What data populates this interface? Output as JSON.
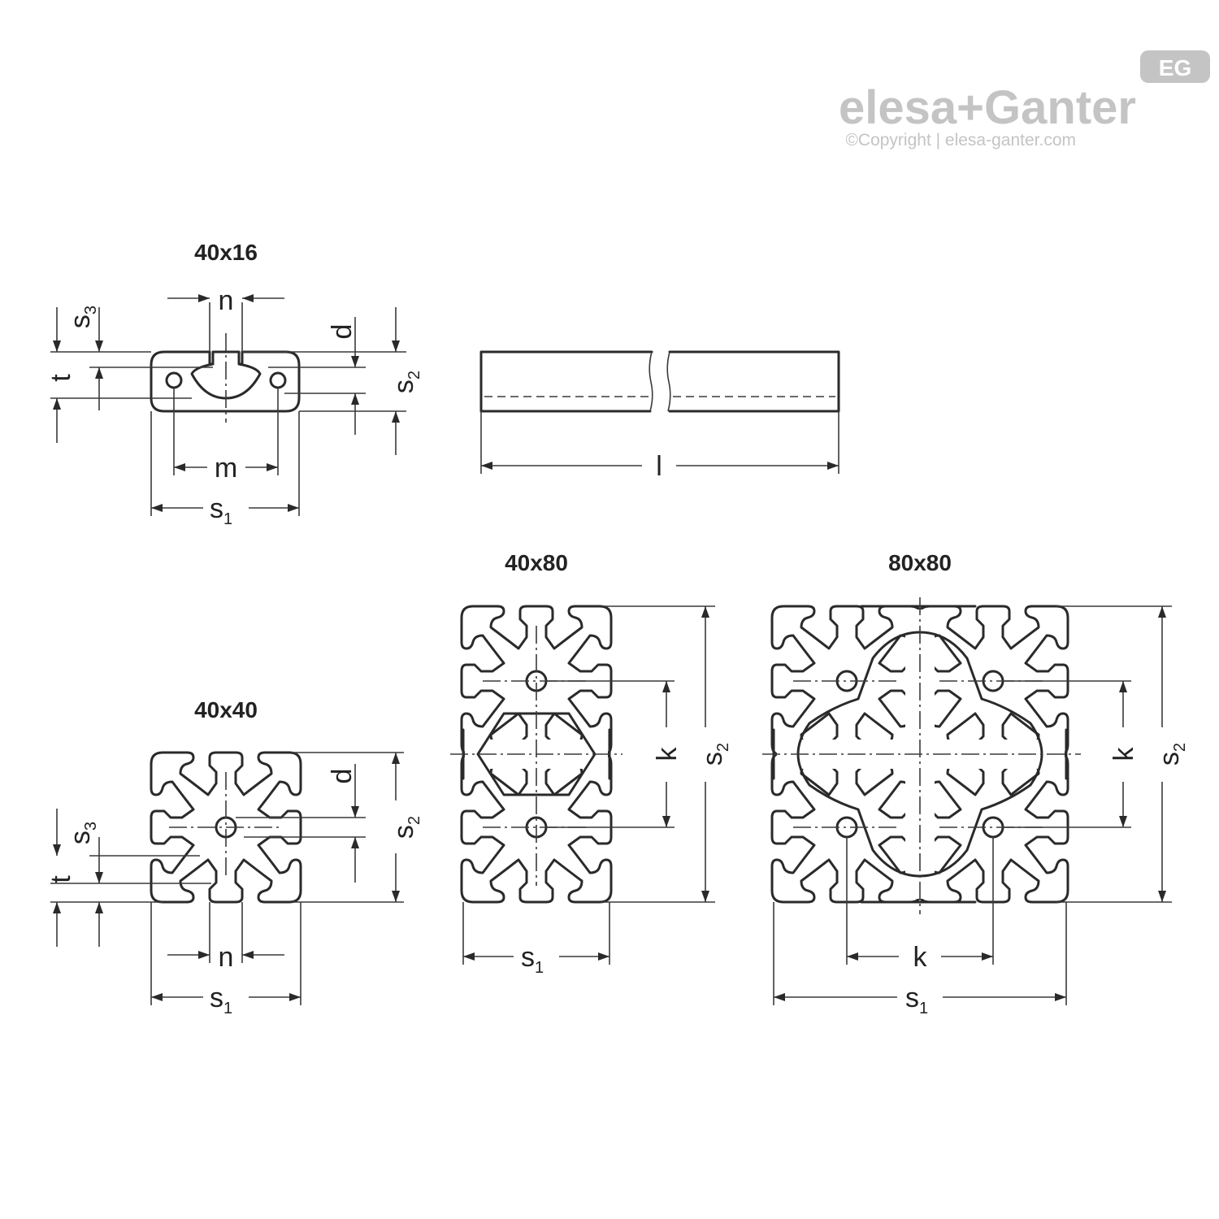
{
  "brand": {
    "logo_text": "elesa+Ganter",
    "badge": "EG",
    "copyright": "©Copyright | elesa-ganter.com",
    "gray": "#c4c4c4"
  },
  "views": {
    "p40x16": {
      "title": "40x16",
      "labels": {
        "n": "n",
        "s3": "s",
        "s3_sub": "3",
        "t": "t",
        "d": "d",
        "s2": "s",
        "s2_sub": "2",
        "m": "m",
        "s1": "s",
        "s1_sub": "1"
      }
    },
    "side": {
      "labels": {
        "l": "l"
      }
    },
    "p40x40": {
      "title": "40x40",
      "labels": {
        "d": "d",
        "s3": "s",
        "s3_sub": "3",
        "t": "t",
        "s2": "s",
        "s2_sub": "2",
        "n": "n",
        "s1": "s",
        "s1_sub": "1"
      }
    },
    "p40x80": {
      "title": "40x80",
      "labels": {
        "k": "k",
        "s2": "s",
        "s2_sub": "2",
        "s1": "s",
        "s1_sub": "1"
      }
    },
    "p80x80": {
      "title": "80x80",
      "labels": {
        "k_v": "k",
        "s2": "s",
        "s2_sub": "2",
        "k_h": "k",
        "s1": "s",
        "s1_sub": "1"
      }
    }
  }
}
